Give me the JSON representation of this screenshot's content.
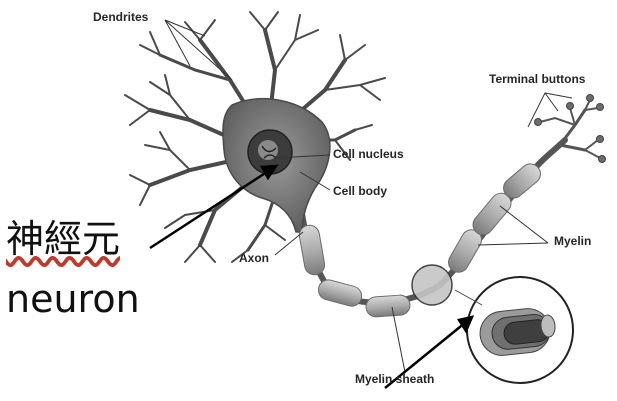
{
  "labels": {
    "dendrites": "Dendrites",
    "terminal_buttons": "Terminal buttons",
    "cell_nucleus": "Cell nucleus",
    "cell_body": "Cell body",
    "axon": "Axon",
    "myelin": "Myelin",
    "myelin_sheath": "Myelin sheath"
  },
  "annotation": {
    "chinese": "神經元",
    "english": "neuron"
  }
}
